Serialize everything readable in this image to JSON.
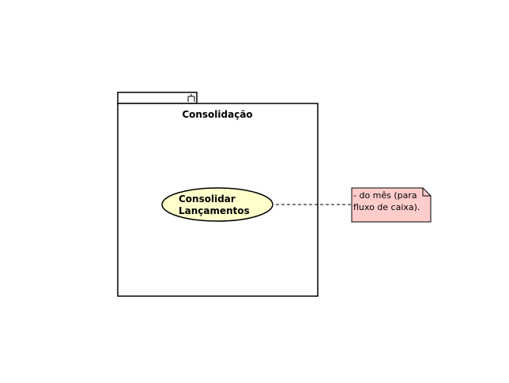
{
  "package": {
    "name": "Consolidação"
  },
  "use_case": {
    "line1": "Consolidar",
    "line2": "Lançamentos",
    "fill_color": "#ffffcc"
  },
  "note": {
    "line1": "- do mês (para",
    "line2": "fluxo de caixa).",
    "fill_color": "#ffcccc"
  }
}
